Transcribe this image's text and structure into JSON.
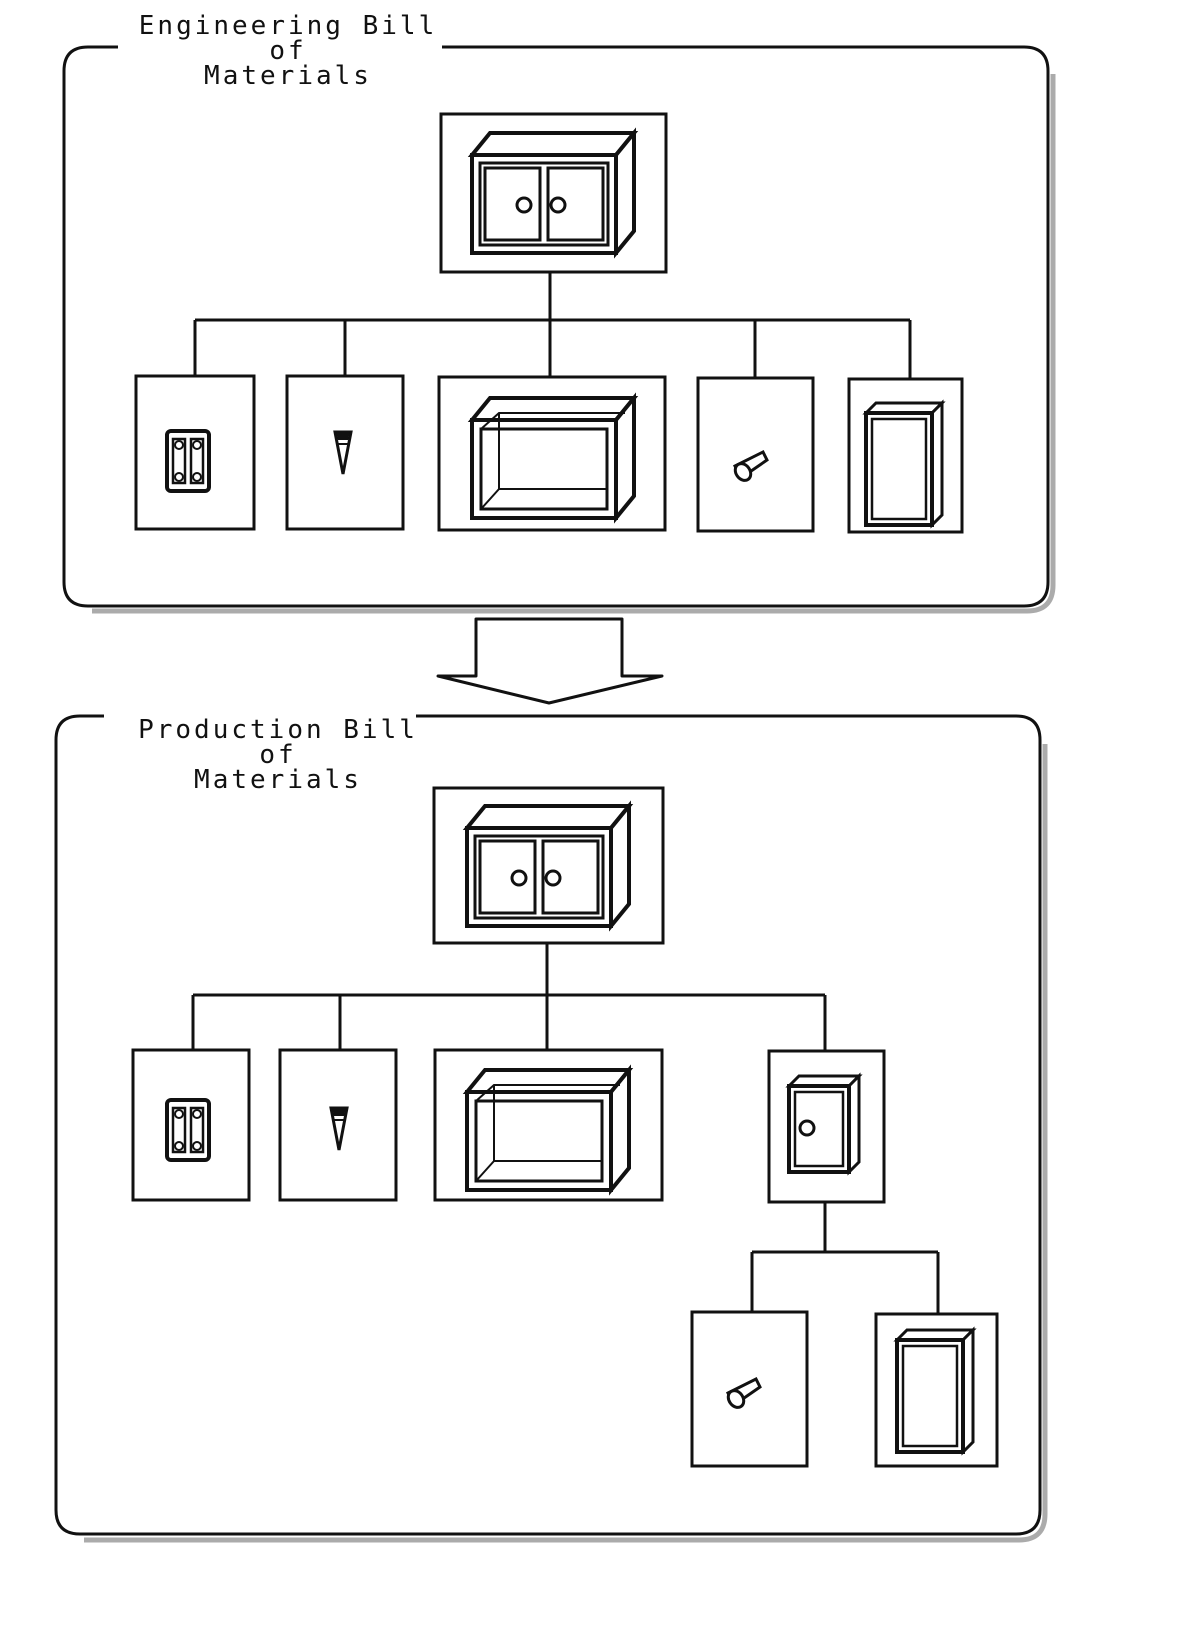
{
  "engineering": {
    "title_line_1": "Engineering Bill of",
    "title_line_2": "Materials",
    "root": "cabinet-icon",
    "children": [
      "hinge-icon",
      "screw-icon",
      "cabinet-body-icon",
      "knob-icon",
      "door-panel-icon"
    ]
  },
  "production": {
    "title_line_1": "Production Bill of",
    "title_line_2": "Materials",
    "root": "cabinet-icon",
    "children": [
      "hinge-icon",
      "screw-icon",
      "cabinet-body-icon",
      "door-assembly-icon"
    ],
    "door_assembly_children": [
      "knob-icon",
      "door-panel-icon"
    ]
  },
  "arrow": "arrow-down-icon"
}
